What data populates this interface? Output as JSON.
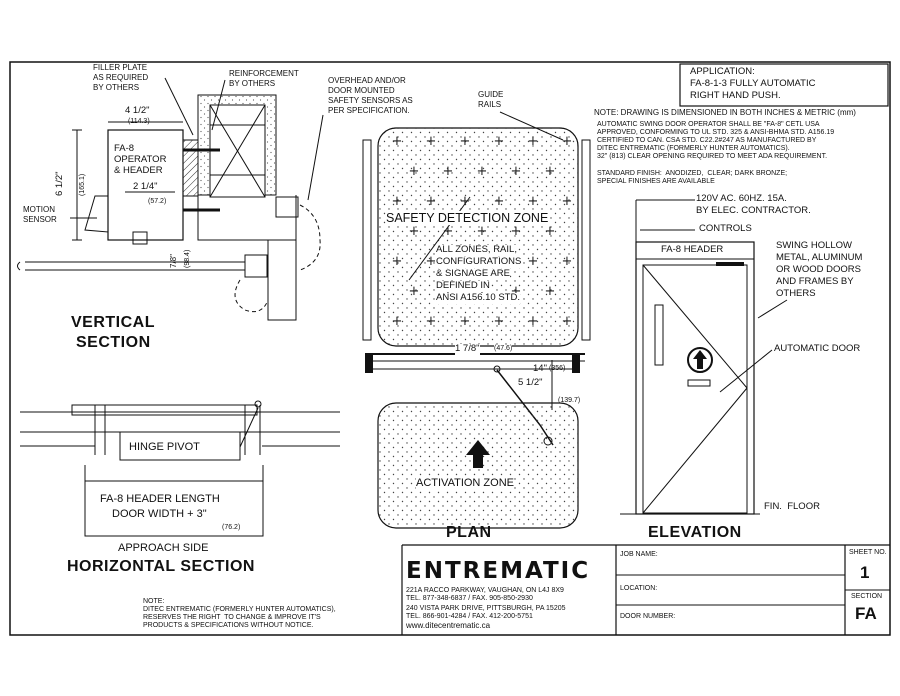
{
  "application": {
    "label": "APPLICATION:",
    "line1": "FA-8-1-3 FULLY AUTOMATIC",
    "line2": "RIGHT HAND PUSH."
  },
  "notes": {
    "dim_note": "NOTE: DRAWING IS DIMENSIONED IN BOTH INCHES & METRIC (mm)",
    "spec1": "AUTOMATIC SWING DOOR OPERATOR SHALL BE \"FA-8\" CETL USA",
    "spec2": "APPROVED, CONFORMING TO UL STD. 325 & ANSI-BHMA STD. A156.19",
    "spec3": "CERTIFIED TO CAN. CSA STD. C22.2#247 AS MANUFACTURED BY",
    "spec4": "DITEC ENTREMATIC (FORMERLY HUNTER AUTOMATICS).",
    "spec5": "32\" (813) CLEAR OPENING REQUIRED TO MEET ADA REQUIREMENT.",
    "finish1": "STANDARD FINISH:  ANODIZED,  CLEAR; DARK BRONZE;",
    "finish2": "SPECIAL FINISHES ARE AVAILABLE"
  },
  "vertical": {
    "filler1": "FILLER PLATE",
    "filler2": "AS REQUIRED",
    "filler3": "BY OTHERS",
    "reinf1": "REINFORCEMENT",
    "reinf2": "BY OTHERS",
    "sens1": "OVERHEAD AND/OR",
    "sens2": "DOOR MOUNTED",
    "sens3": "SAFETY SENSORS AS",
    "sens4": "PER SPECIFICATION.",
    "w_in": "4 1/2\"",
    "w_mm": "(114.3)",
    "op1": "FA-8",
    "op2": "OPERATOR",
    "op3": "& HEADER",
    "h_in": "6 1/2\"",
    "h_mm": "(165.1)",
    "d_in": "2 1/4\"",
    "d_mm": "(57.2)",
    "ms1": "MOTION",
    "ms2": "SENSOR",
    "g_in": "7/8\"",
    "g_mm": "(98.4)",
    "title1": "VERTICAL",
    "title2": "SECTION"
  },
  "horizontal": {
    "hinge": "HINGE PIVOT",
    "len1": "FA-8 HEADER LENGTH",
    "len2": "DOOR WIDTH + 3\"",
    "len_mm": "(76.2)",
    "approach": "APPROACH SIDE",
    "title": "HORIZONTAL SECTION"
  },
  "plan": {
    "guide1": "GUIDE",
    "guide2": "RAILS",
    "safety": "SAFETY DETECTION ZONE",
    "z1": "ALL ZONES, RAIL,",
    "z2": "CONFIGURATIONS",
    "z3": "& SIGNAGE ARE",
    "z4": "DEFINED IN",
    "z5": "ANSI A156.10 STD.",
    "d1": "1 7/8\"",
    "d1mm": "(47.6)",
    "d2": "14\"",
    "d2mm": "(356)",
    "d3": "5 1/2\"",
    "d3mm": "(139.7)",
    "activation": "ACTIVATION ZONE",
    "title": "PLAN"
  },
  "elevation": {
    "power1": "120V AC. 60HZ. 15A.",
    "power2": "BY ELEC. CONTRACTOR.",
    "controls": "CONTROLS",
    "header": "FA-8 HEADER",
    "sw1": "SWING HOLLOW",
    "sw2": "METAL, ALUMINUM",
    "sw3": "OR WOOD DOORS",
    "sw4": "AND FRAMES BY",
    "sw5": "OTHERS",
    "auto": "AUTOMATIC DOOR",
    "floor": "FIN.  FLOOR",
    "title": "ELEVATION"
  },
  "footer": {
    "note1": "NOTE:",
    "note2": "DITEC ENTREMATIC (FORMERLY HUNTER AUTOMATICS),",
    "note3": "RESERVES THE RIGHT  TO CHANGE & IMPROVE IT'S",
    "note4": "PRODUCTS & SPECIFICATIONS WITHOUT NOTICE.",
    "logo": "ENTREMATIC",
    "addr1": "221A RACCO PARKWAY, VAUGHAN, ON L4J 8X9",
    "addr2": "TEL. 877-348-6837 / FAX. 905-850-2930",
    "addr3": "240 VISTA PARK DRIVE, PITTSBURGH, PA 15205",
    "addr4": "TEL. 866-901-4284 / FAX. 412-200-5751",
    "web": "www.ditecentrematic.ca",
    "job": "JOB NAME:",
    "location": "LOCATION:",
    "door": "DOOR NUMBER:",
    "sheet_label": "SHEET NO.",
    "sheet_no": "1",
    "section_label": "SECTION",
    "section_val": "FA"
  }
}
